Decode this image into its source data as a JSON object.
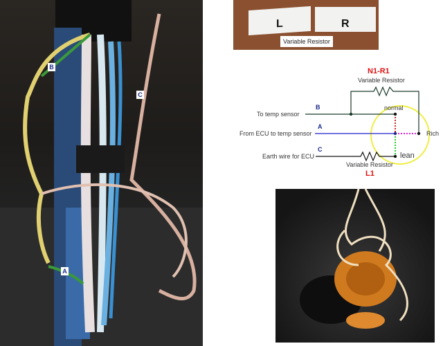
{
  "top_photo": {
    "caption": "Variable Resistor",
    "left_part_letter": "L",
    "right_part_letter": "R"
  },
  "wiring_photo": {
    "labels": {
      "b": "B",
      "c": "C",
      "a": "A"
    }
  },
  "diagram": {
    "top_resistor_name": "N1-R1",
    "top_resistor_label": "Variable Resistor",
    "bottom_resistor_name": "L1",
    "bottom_resistor_label": "Variable Resistor",
    "wire_b": {
      "letter": "B",
      "label": "To temp sensor"
    },
    "wire_a": {
      "letter": "A",
      "label": "From ECU to temp sensor"
    },
    "wire_c": {
      "letter": "C",
      "label": "Earth wire for ECU"
    },
    "point_normal": "normal",
    "point_rich": "Rich",
    "point_lean": "lean",
    "colors": {
      "wire_a": "#2222cc",
      "rich_dots": "#dd22dd",
      "normal_dots": "#cc2020",
      "lean_dots": "#22cc22",
      "circle": "#eeee44",
      "title_red": "#e01010"
    }
  }
}
